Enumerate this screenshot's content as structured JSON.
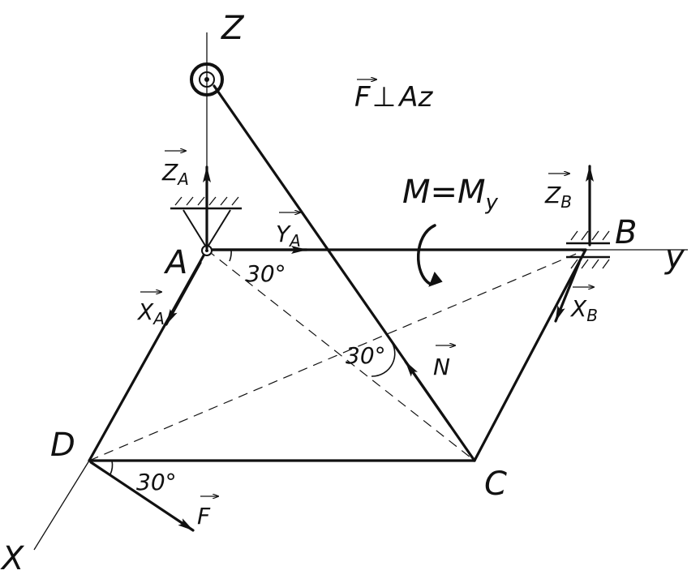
{
  "labels": {
    "axis_z": "Z",
    "axis_y": "y",
    "axis_x": "X",
    "point_a": "A",
    "point_b": "B",
    "point_c": "C",
    "point_d": "D",
    "force_za": "Z",
    "force_za_sub": "A",
    "force_ya": "Y",
    "force_ya_sub": "A",
    "force_xa": "X",
    "force_xa_sub": "A",
    "force_zb": "Z",
    "force_zb_sub": "B",
    "force_xb": "X",
    "force_xb_sub": "B",
    "force_n": "N",
    "force_f": "F",
    "condition_f": "F",
    "condition_perp": "⊥",
    "condition_az": "Az",
    "moment_main": "M=M",
    "moment_sub": "y",
    "angle_a": "30°",
    "angle_c": "30°",
    "angle_d": "30°"
  },
  "icons": {
    "hinge_a": "fixed-pin-support-icon",
    "hinge_b": "bearing-support-icon",
    "pulley": "pulley-icon",
    "moment": "moment-arrow-icon"
  },
  "colors": {
    "line": "#111111",
    "background": "#ffffff"
  }
}
